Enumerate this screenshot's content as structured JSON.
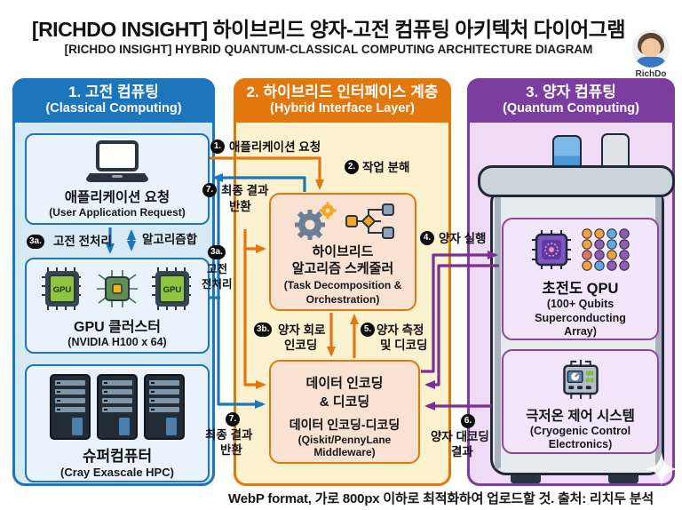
{
  "header": {
    "title": "[RICHDO INSIGHT] 하이브리드 양자-고전 컴퓨팅 아키텍처 다이어그램",
    "subtitle": "[RICHDO INSIGHT] HYBRID QUANTUM-CLASSICAL COMPUTING ARCHITECTURE DIAGRAM",
    "avatar_label": "RichDo"
  },
  "panels": {
    "classical": {
      "title": "1. 고전 컴퓨팅",
      "subtitle": "(Classical Computing)"
    },
    "hybrid": {
      "title": "2. 하이브리드 인터페이스 계층",
      "subtitle": "(Hybrid Interface Layer)"
    },
    "quantum": {
      "title": "3. 양자 컴퓨팅",
      "subtitle": "(Quantum Computing)"
    }
  },
  "boxes": {
    "app": {
      "title": "애플리케이션 요청",
      "subtitle": "(User Application Request)"
    },
    "gpu": {
      "title": "GPU 클러스터",
      "subtitle": "(NVIDIA H100 x 64)",
      "chip_label": "GPU"
    },
    "hpc": {
      "title": "슈퍼컴퓨터",
      "subtitle": "(Cray Exascale HPC)"
    },
    "scheduler": {
      "title1": "하이브리드",
      "title2": "알고리즘 스케줄러",
      "subtitle1": "(Task Decomposition &",
      "subtitle2": "Orchestration)"
    },
    "codec": {
      "title1": "데이터 인코딩",
      "title2": "& 디코딩",
      "alt_title": "데이터 인코딩-디코딩",
      "subtitle1": "(Qiskit/PennyLane",
      "subtitle2": "Middleware)"
    },
    "qpu": {
      "title": "초전도 QPU",
      "subtitle1": "(100+ Qubits",
      "subtitle2": "Superconducting",
      "subtitle3": "Array)"
    },
    "cryo": {
      "title": "극저온 제어 시스템",
      "subtitle1": "(Cryogenic Control",
      "subtitle2": "Electronics)"
    }
  },
  "steps": {
    "s1": {
      "num": "1.",
      "label": "애플리케이션 요청"
    },
    "s2": {
      "num": "2.",
      "label": "작업 분해"
    },
    "s3a": {
      "num": "3a.",
      "label": "고전 전처리",
      "side_label": "알고리즘합"
    },
    "s3a2": {
      "num": "3a.",
      "line1": "고전",
      "line2": "전처리"
    },
    "s3b": {
      "num": "3b.",
      "line1": "양자 회로",
      "line2": "인코딩"
    },
    "s4": {
      "num": "4.",
      "label": "양자 실행"
    },
    "s5": {
      "num": "5.",
      "line1": "양자 측정",
      "line2": "및 디코딩"
    },
    "s6": {
      "num": "6.",
      "line1": "양자 대코딩",
      "line2": "결과"
    },
    "s7a": {
      "num": "7.",
      "line1": "최종 결과",
      "line2": "반환"
    },
    "s7b": {
      "num": "7.",
      "line1": "최종 결과",
      "line2": "반환"
    }
  },
  "footer": "WebP format, 가로 800px 이하로 최적화하여 업로드할 것. 출처: 리치두 분석",
  "colors": {
    "classical_blue": "#1b76bd",
    "hybrid_orange": "#e2770d",
    "quantum_purple": "#7c3da1",
    "arrow_purple": "#7b2f95",
    "badge_black": "#0d0d0d"
  }
}
